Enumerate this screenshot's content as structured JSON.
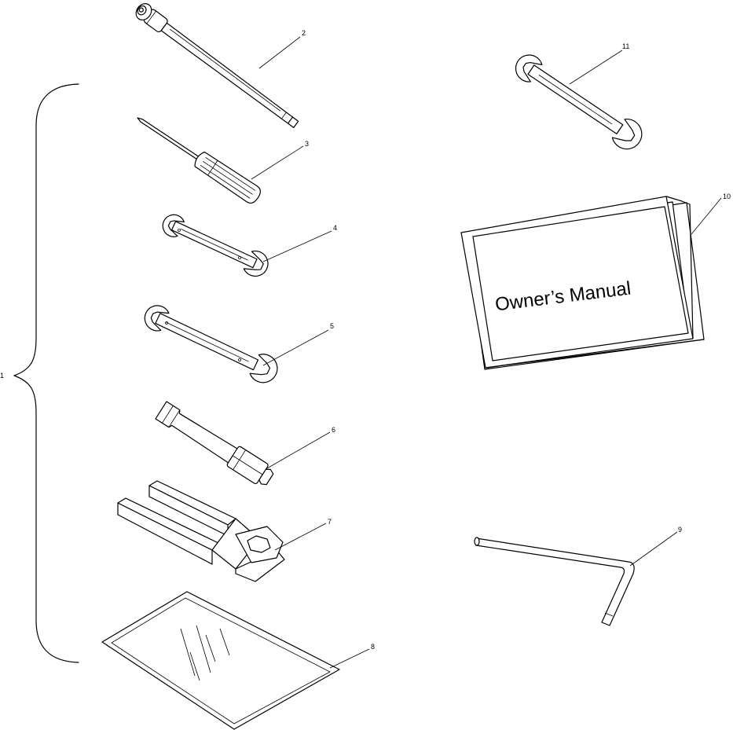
{
  "callouts": {
    "c1": "1",
    "c2": "2",
    "c3": "3",
    "c4": "4",
    "c5": "5",
    "c6": "6",
    "c7": "7",
    "c8": "8",
    "c9": "9",
    "c10": "10",
    "c11": "11"
  },
  "manual": {
    "title": "Owner’s Manual"
  },
  "parts": [
    {
      "callout": "2",
      "icon": "tire-pressure-gauge-icon"
    },
    {
      "callout": "3",
      "icon": "screwdriver-icon"
    },
    {
      "callout": "4",
      "icon": "open-end-wrench-small-icon"
    },
    {
      "callout": "5",
      "icon": "open-end-wrench-medium-icon"
    },
    {
      "callout": "6",
      "icon": "spark-plug-socket-icon"
    },
    {
      "callout": "7",
      "icon": "combination-tool-icon"
    },
    {
      "callout": "8",
      "icon": "tool-pouch-icon"
    },
    {
      "callout": "9",
      "icon": "hex-key-icon"
    },
    {
      "callout": "10",
      "icon": "owners-manual-icon"
    },
    {
      "callout": "11",
      "icon": "open-end-wrench-large-icon"
    }
  ]
}
